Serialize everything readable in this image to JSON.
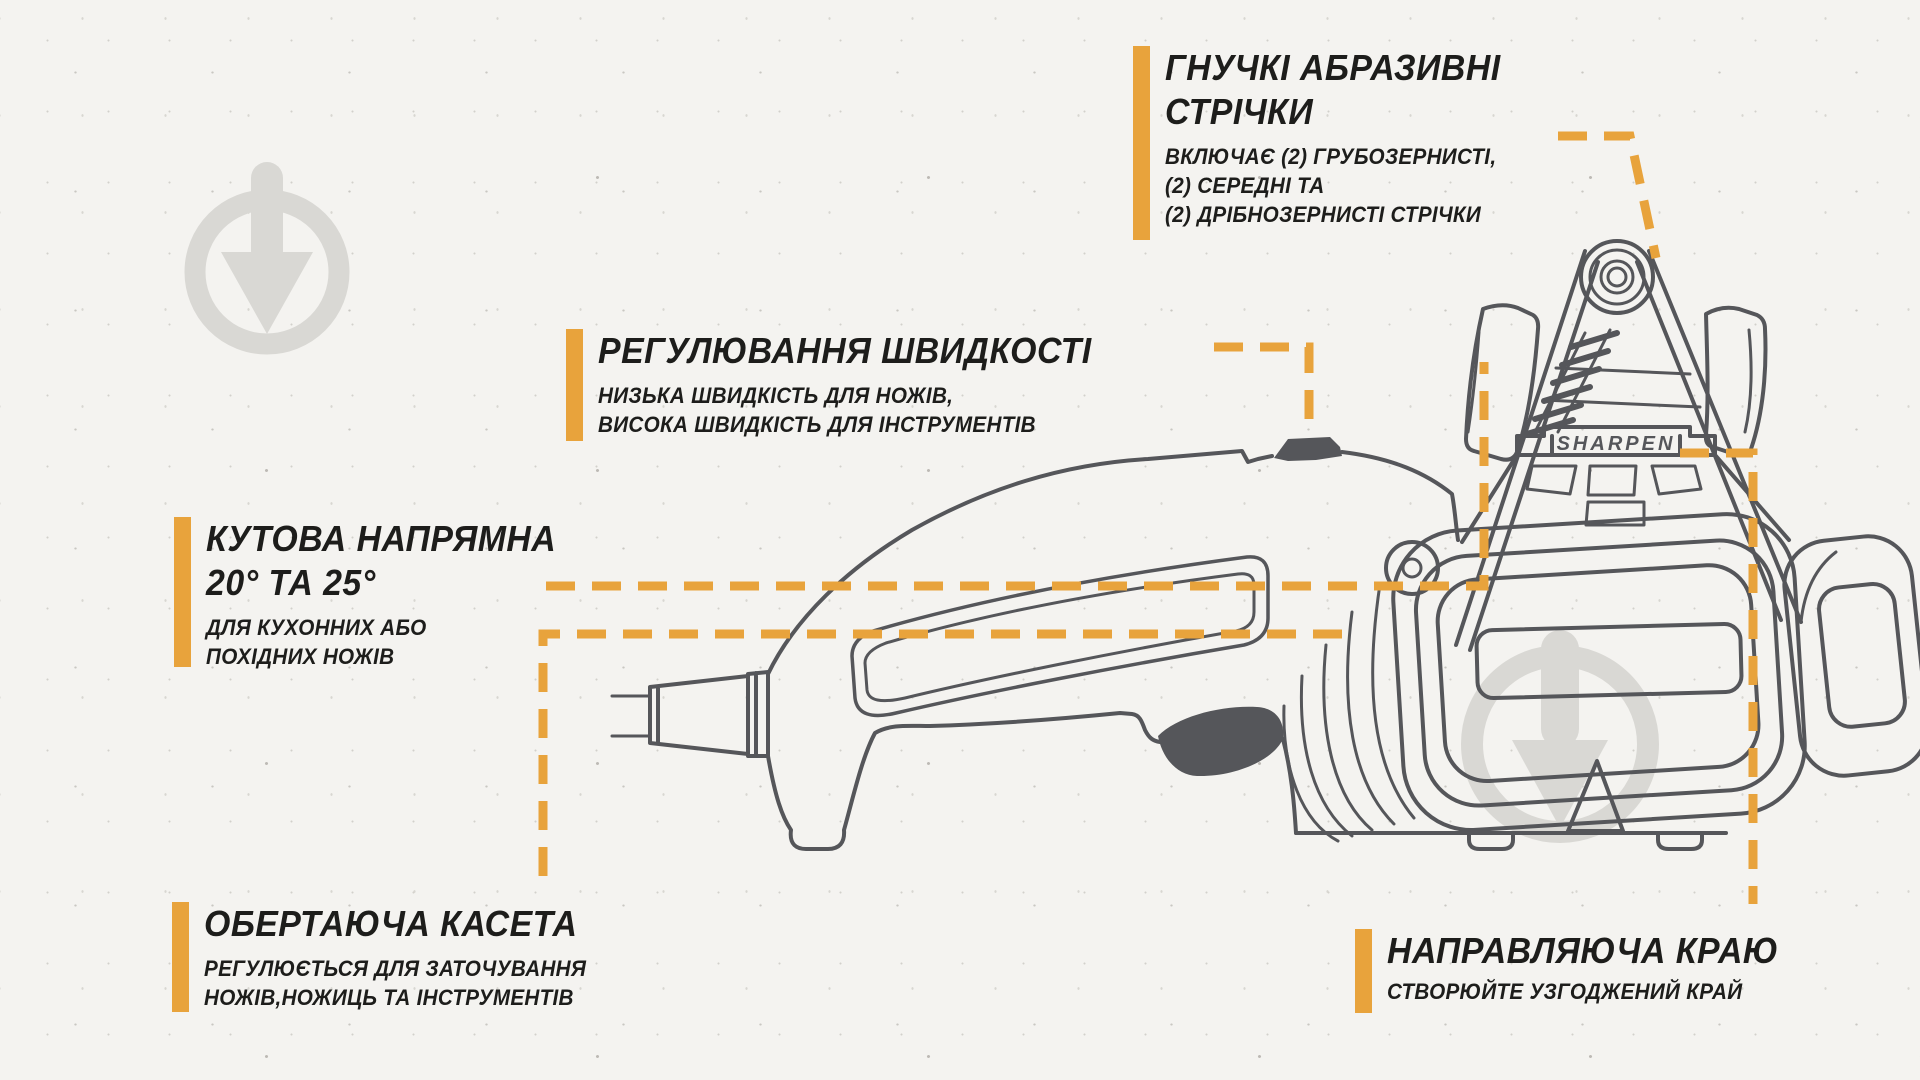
{
  "colors": {
    "accent": "#E8A33C",
    "line": "#55565A",
    "text": "#1D1D1B",
    "background": "#F4F3F0",
    "watermark": "#D9D8D4"
  },
  "device": {
    "brand_label": "SHARPEN"
  },
  "callouts": {
    "abrasive_belts": {
      "title_line1": "ГНУЧКІ АБРАЗИВНІ",
      "title_line2": "СТРІЧКИ",
      "desc_line1": "ВКЛЮЧАЄ (2) ГРУБОЗЕРНИСТІ,",
      "desc_line2": "(2) СЕРЕДНІ ТА",
      "desc_line3": "(2) ДРІБНОЗЕРНИСТІ СТРІЧКИ"
    },
    "speed_control": {
      "title_line1": "РЕГУЛЮВАННЯ ШВИДКОСТІ",
      "desc_line1": "НИЗЬКА ШВИДКІСТЬ ДЛЯ НОЖІВ,",
      "desc_line2": "ВИСОКА ШВИДКІСТЬ ДЛЯ ІНСТРУМЕНТІВ"
    },
    "angle_guide": {
      "title_line1": "КУТОВА НАПРЯМНА",
      "title_line2": "20° ТА 25°",
      "desc_line1": "ДЛЯ КУХОННИХ АБО",
      "desc_line2": "ПОХІДНИХ НОЖІВ"
    },
    "rotating_cassette": {
      "title_line1": "ОБЕРТАЮЧА КАСЕТА",
      "desc_line1": "РЕГУЛЮЄТЬСЯ ДЛЯ ЗАТОЧУВАННЯ",
      "desc_line2": "НОЖІВ,НОЖИЦЬ ТА ІНСТРУМЕНТІВ"
    },
    "edge_guide": {
      "title_line1": "НАПРАВЛЯЮЧА КРАЮ",
      "desc_line1": "СТВОРЮЙТЕ УЗГОДЖЕНИЙ КРАЙ"
    }
  }
}
